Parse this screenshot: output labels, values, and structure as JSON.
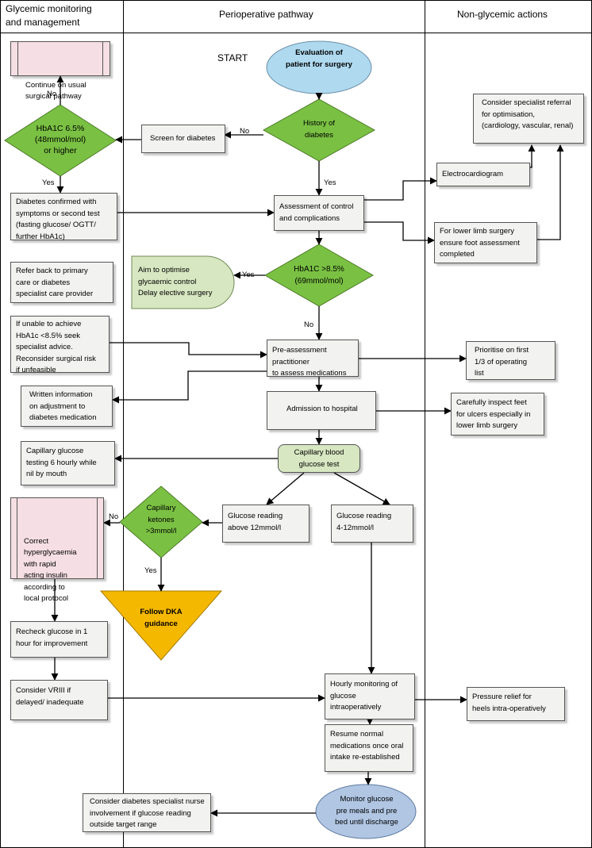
{
  "columns": {
    "left": "Glycemic monitoring\nand management",
    "middle": "Perioperative pathway",
    "right": "Non-glycemic actions"
  },
  "start_label": "START",
  "nodes": {
    "evaluation": "Evaluation of\npatient for surgery",
    "history": "History of\ndiabetes",
    "screen": "Screen for diabetes",
    "hba1c_65": "HbA1C 6.5%\n(48mmol/mol)\nor higher",
    "continue_usual": "Continue on usual\nsurgical pathway",
    "confirmed": "Diabetes confirmed with\nsymptoms or second test\n(fasting glucose/ OGTT/\nfurther HbA1c)",
    "assessment": "Assessment of control\nand complications",
    "ecg": "Electrocardiogram",
    "specialist_referral": "Consider specialist referral\nfor optimisation,\n(cardiology, vascular, renal)",
    "foot_assessment": "For lower limb surgery\nensure foot assessment\ncompleted",
    "hba1c_85": "HbA1C >8.5%\n(69mmol/mol)",
    "optimise": "Aim to optimise\nglycaemic control\nDelay elective surgery",
    "refer_back": "Refer back to primary\ncare or diabetes\nspecialist care provider",
    "unable_achieve": "If unable to achieve\nHbA1c <8.5% seek\nspecialist advice.\nReconsider surgical risk\nif unfeasible",
    "pre_assessment": "Pre-assessment practitioner\nto assess medications",
    "prioritise": "Prioritise on first\n1/3 of operating\nlist",
    "written_info": "Written information\non adjustment to\ndiabetes medication",
    "admission": "Admission to hospital",
    "inspect_feet": "Carefully inspect feet\nfor ulcers especially in\nlower limb surgery",
    "capillary_testing": "Capillary glucose\ntesting 6 hourly while\nnil by mouth",
    "capillary_blood": "Capillary blood\nglucose test",
    "above_12": "Glucose reading\nabove 12mmol/l",
    "range_4_12": "Glucose reading\n4-12mmol/l",
    "ketones": "Capillary\nketones\n>3mmol/l",
    "correct_hyper": "Correct\nhyperglycaemia\nwith rapid\nacting insulin\naccording to\nlocal protocol",
    "dka": "Follow DKA\nguidance",
    "recheck": "Recheck glucose in 1\nhour for improvement",
    "vriii": "Consider VRIII if\ndelayed/ inadequate",
    "hourly": "Hourly monitoring of\nglucose\nintraoperatively",
    "pressure_relief": "Pressure relief for\nheels intra-operatively",
    "resume": "Resume normal\nmedications once oral\nintake re-established",
    "monitor": "Monitor glucose\npre meals and pre\nbed until discharge",
    "nurse": "Consider diabetes specialist nurse\ninvolvement if glucose reading\noutside target range"
  },
  "edge_labels": {
    "history_no": "No",
    "history_yes": "Yes",
    "hba1c65_no": "No",
    "hba1c65_yes": "Yes",
    "hba1c85_yes": "Yes",
    "hba1c85_no": "No",
    "ketones_no": "No",
    "ketones_yes": "Yes"
  },
  "colors": {
    "diamond": "#7ac143",
    "ellipse_start": "#aed9ef",
    "ellipse_end": "#b0c6e3",
    "dka_triangle": "#f5b800",
    "line": "#000000"
  }
}
